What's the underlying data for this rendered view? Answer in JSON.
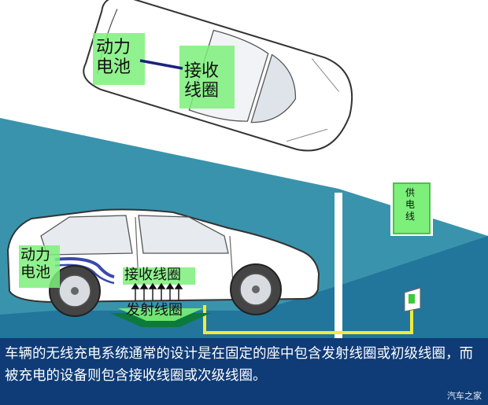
{
  "top_car": {
    "battery_label": "动力\n电池",
    "receiver_label": "接收\n线圈"
  },
  "side_car": {
    "battery_label": "动力\n电池",
    "receiver_label": "接收线圈",
    "transmitter_label": "发射线圈"
  },
  "power_supply": {
    "label": "供\n电\n线"
  },
  "caption": {
    "text": "车辆的无线充电系统通常的设计是在固定的座中包含发射线圈或初级线圈，而被充电的设备则包含接收线圈或次级线圈。"
  },
  "watermark": "汽车之家",
  "colors": {
    "wall": "#3a93ad",
    "floor": "#0f5d8c",
    "caption_bg": "#0f3c77",
    "highlight": "#7cf07a",
    "cable": "#f2ea3c",
    "link": "#1a237e"
  }
}
